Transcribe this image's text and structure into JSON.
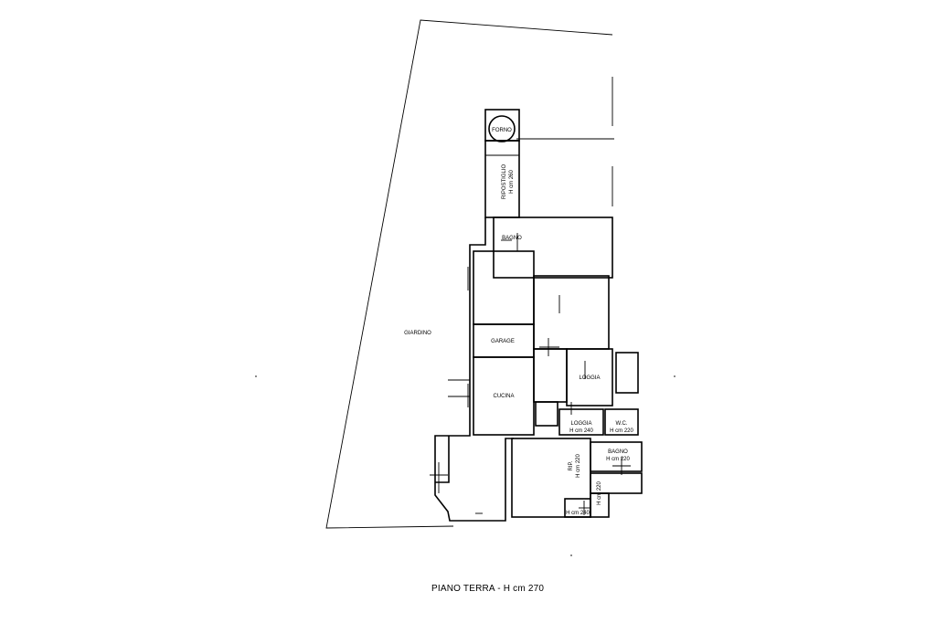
{
  "caption": "PIANO TERRA - H cm 270",
  "labels": {
    "forno": "FORNO",
    "ripostiglio": "RIPOSTIGLIO",
    "ripostiglio_h": "H cm 260",
    "bagno_top": "BAGNO",
    "giardino": "GIARDINO",
    "garage": "GARAGE",
    "cucina": "CUCINA",
    "loggia_a": "LOGGIA",
    "loggia_b": "LOGGIA",
    "loggia_b_h": "H cm 240",
    "wc": "W.C.",
    "wc_h": "H cm 220",
    "bagno_bottom": "BAGNO",
    "bagno_bottom_h": "H cm 220",
    "rip_vert": "RIP.",
    "rip_vert_h": "H cm 220",
    "rip_small": "H cm 220",
    "h_small": "H cm 240"
  }
}
